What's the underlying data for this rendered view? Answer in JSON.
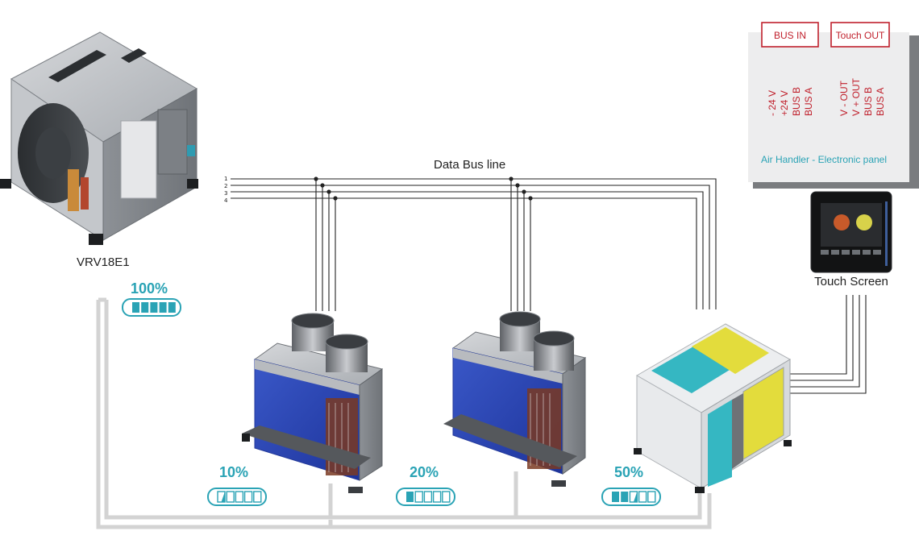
{
  "outdoor_unit": {
    "model": "VRV18E1",
    "capacity": "100%",
    "level": 1.0
  },
  "bus": {
    "title": "Data Bus line",
    "lines": [
      "1",
      "2",
      "3",
      "4"
    ]
  },
  "indoor_units": [
    {
      "capacity": "10%",
      "level": 0.1
    },
    {
      "capacity": "20%",
      "level": 0.2
    },
    {
      "capacity": "50%",
      "level": 0.5
    }
  ],
  "panel": {
    "bus_in": "BUS IN",
    "touch_out": "Touch OUT",
    "bus_in_terminals": [
      "- 24 V",
      "+24 V",
      "BUS B",
      "BUS A"
    ],
    "touch_out_terminals": [
      "V - OUT",
      "V + OUT",
      "BUS B",
      "BUS A"
    ],
    "caption": "Air Handler - Electronic panel"
  },
  "touch_screen": {
    "label": "Touch Screen"
  },
  "colors": {
    "accent": "#2aa3b5",
    "panel_text": "#c0202c",
    "pipe": "#d9d9d9"
  }
}
